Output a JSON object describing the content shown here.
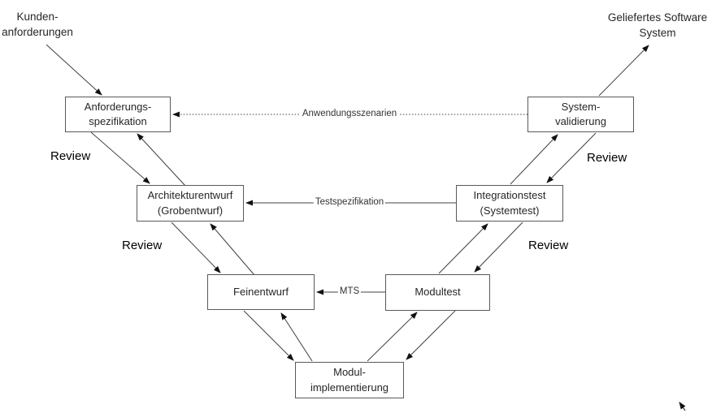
{
  "colors": {
    "background": "#ffffff",
    "box-border": "#595959",
    "box-text": "#262626",
    "line": "#404040",
    "arrowhead": "#111111",
    "review-text": "#000000",
    "connector-text": "#333333"
  },
  "external": {
    "customer_requirements": "Kunden-\nanforderungen",
    "delivered_system": "Geliefertes Software\nSystem"
  },
  "boxes": {
    "anforderungsspezifikation": "Anforderungs-\nspezifikation",
    "systemvalidierung": "System-\nvalidierung",
    "architekturentwurf": "Architekturentwurf\n(Grobentwurf)",
    "integrationstest": "Integrationstest\n(Systemtest)",
    "feinentwurf": "Feinentwurf",
    "modultest": "Modultest",
    "modulimplementierung": "Modul-\nimplementierung"
  },
  "connectors": {
    "anwendungsszenarien": "Anwendungsszenarien",
    "testspezifikation": "Testspezifikation",
    "mts": "MTS"
  },
  "reviews": {
    "left_top": "Review",
    "left_mid": "Review",
    "right_top": "Review",
    "right_mid": "Review"
  }
}
